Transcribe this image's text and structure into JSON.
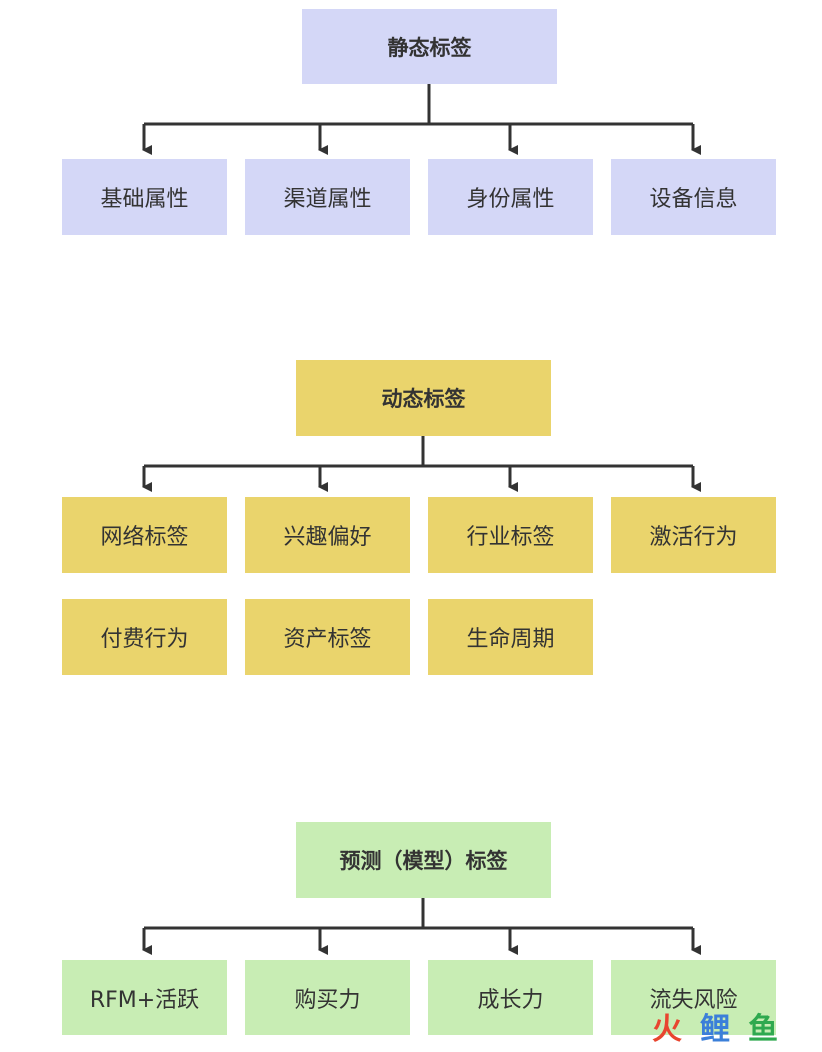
{
  "groups": [
    {
      "root": "静态标签",
      "color": "#d4d7f7",
      "children": [
        "基础属性",
        "渠道属性",
        "身份属性",
        "设备信息"
      ]
    },
    {
      "root": "动态标签",
      "color": "#ead46c",
      "children": [
        "网络标签",
        "兴趣偏好",
        "行业标签",
        "激活行为",
        "付费行为",
        "资产标签",
        "生命周期"
      ]
    },
    {
      "root": "预测（模型）标签",
      "color": "#c8edb4",
      "children": [
        "RFM+活跃",
        "购买力",
        "成长力",
        "流失风险"
      ]
    }
  ],
  "watermark": {
    "chars": [
      "火",
      "鲤",
      "鱼"
    ],
    "colors": [
      "#e8452f",
      "#3b7fd9",
      "#2fa94f"
    ]
  }
}
